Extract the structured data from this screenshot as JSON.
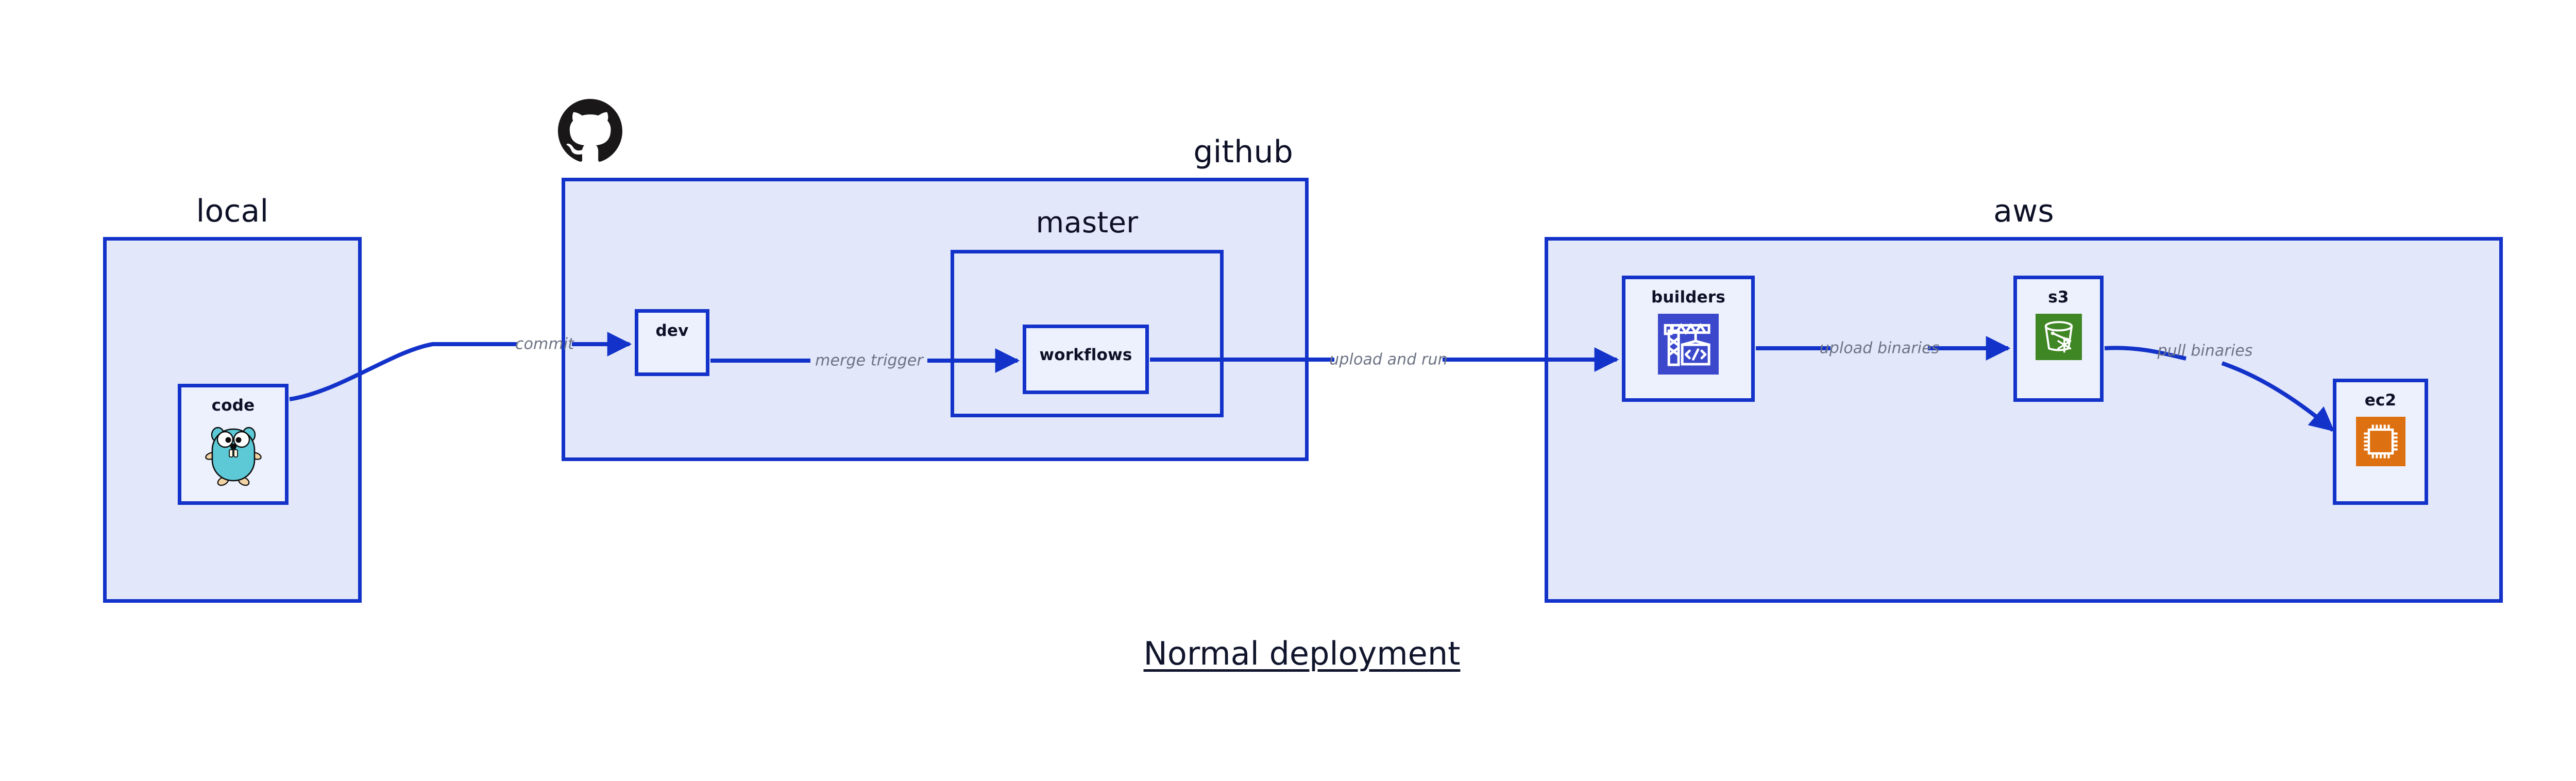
{
  "diagram": {
    "title": "Normal deployment",
    "colors": {
      "group_fill": "#e2e7fa",
      "node_fill": "#edf1fd",
      "border": "#1232c9",
      "edge_line": "#1232c9",
      "edge_label_text": "#6d7384",
      "node_label_text": "#0d1026",
      "builders_icon": "#3b48cc",
      "s3_icon": "#3f8624",
      "ec2_icon": "#dd7010",
      "gopher": "#5dc9d6",
      "github_mark": "#191717"
    }
  },
  "groups": [
    {
      "id": "local",
      "label": "local",
      "label_align": "center"
    },
    {
      "id": "github",
      "label": "github",
      "label_align": "right"
    },
    {
      "id": "master",
      "label": "master",
      "label_align": "center"
    },
    {
      "id": "aws",
      "label": "aws",
      "label_align": "center"
    }
  ],
  "nodes": [
    {
      "id": "code",
      "label": "code",
      "icon": "go-gopher-icon",
      "group": "local"
    },
    {
      "id": "dev",
      "label": "dev",
      "icon": null,
      "group": "github"
    },
    {
      "id": "workflows",
      "label": "workflows",
      "icon": null,
      "group": "master"
    },
    {
      "id": "builders",
      "label": "builders",
      "icon": "aws-codebuild-icon",
      "group": "aws"
    },
    {
      "id": "s3",
      "label": "s3",
      "icon": "aws-s3-bucket-icon",
      "group": "aws"
    },
    {
      "id": "ec2",
      "label": "ec2",
      "icon": "aws-ec2-chip-icon",
      "group": "aws"
    }
  ],
  "edges": [
    {
      "id": "commit",
      "label": "commit",
      "from": "code",
      "to": "dev"
    },
    {
      "id": "merge-trigger",
      "label": "merge trigger",
      "from": "dev",
      "to": "workflows"
    },
    {
      "id": "upload-and-run",
      "label": "upload and run",
      "from": "workflows",
      "to": "builders"
    },
    {
      "id": "upload-binaries",
      "label": "upload binaries",
      "from": "builders",
      "to": "s3"
    },
    {
      "id": "pull-binaries",
      "label": "pull binaries",
      "from": "s3",
      "to": "ec2"
    }
  ],
  "branding": {
    "github_logo_alt": "github-octocat-logo"
  }
}
